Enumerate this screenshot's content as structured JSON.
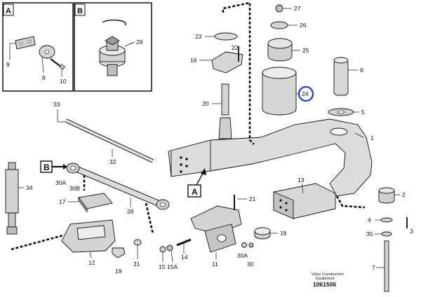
{
  "detail_boxes": [
    {
      "tag": "A",
      "parts": [
        "9",
        "8",
        "10"
      ]
    },
    {
      "tag": "B",
      "parts": [
        "29"
      ]
    }
  ],
  "callouts": {
    "a": "A",
    "b": "B"
  },
  "labels": {
    "p33": "33",
    "p32": "32",
    "p34": "34",
    "p30A": "30A",
    "p30B": "30B",
    "p17": "17",
    "p28": "28",
    "p12": "12",
    "p19": "19",
    "p31": "31",
    "p15": "15",
    "p15A": "15A",
    "p14": "14",
    "p11": "11",
    "p30A2": "30A",
    "p30": "30",
    "p18": "18",
    "p21": "21",
    "p20": "20",
    "p16": "16",
    "p22": "22",
    "p23": "23",
    "p27": "27",
    "p26": "26",
    "p25": "25",
    "p24": "24",
    "p6": "6",
    "p5": "5",
    "p1": "1",
    "p13": "13",
    "p2": "2",
    "p4": "4",
    "p3": "3",
    "p35": "35",
    "p7": "7"
  },
  "highlight_part": "24",
  "highlight_color": "#1f3fcf",
  "footer": {
    "credit_line1": "Volvo Construction",
    "credit_line2": "Equipment",
    "doc_number": "1061506"
  }
}
